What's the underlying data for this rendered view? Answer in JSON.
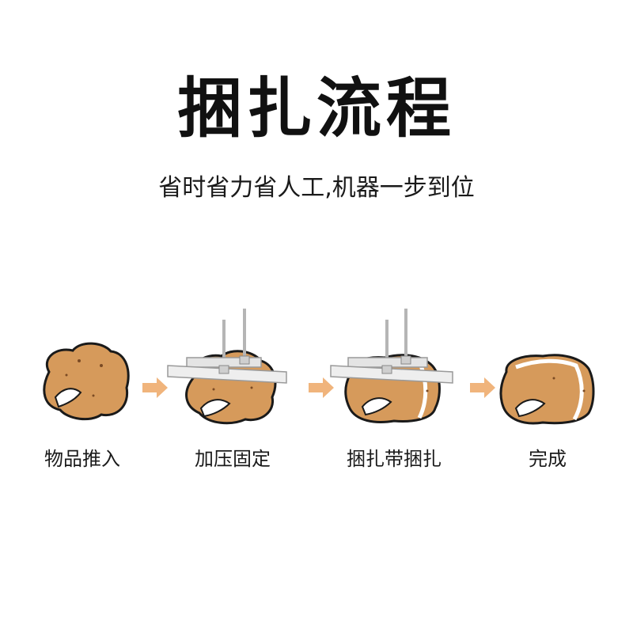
{
  "title": "捆扎流程",
  "subtitle": "省时省力省人工,机器一步到位",
  "steps": [
    {
      "label": "物品推入"
    },
    {
      "label": "加压固定"
    },
    {
      "label": "捆扎带捆扎"
    },
    {
      "label": "完成"
    }
  ],
  "colors": {
    "sack": "#d69a5b",
    "sack_outline": "#1a1a1a",
    "arrow": "#f0b47c",
    "bar": "#e4e4e4",
    "strap": "#ffffff"
  },
  "icons": [
    "right-arrow-icon"
  ]
}
